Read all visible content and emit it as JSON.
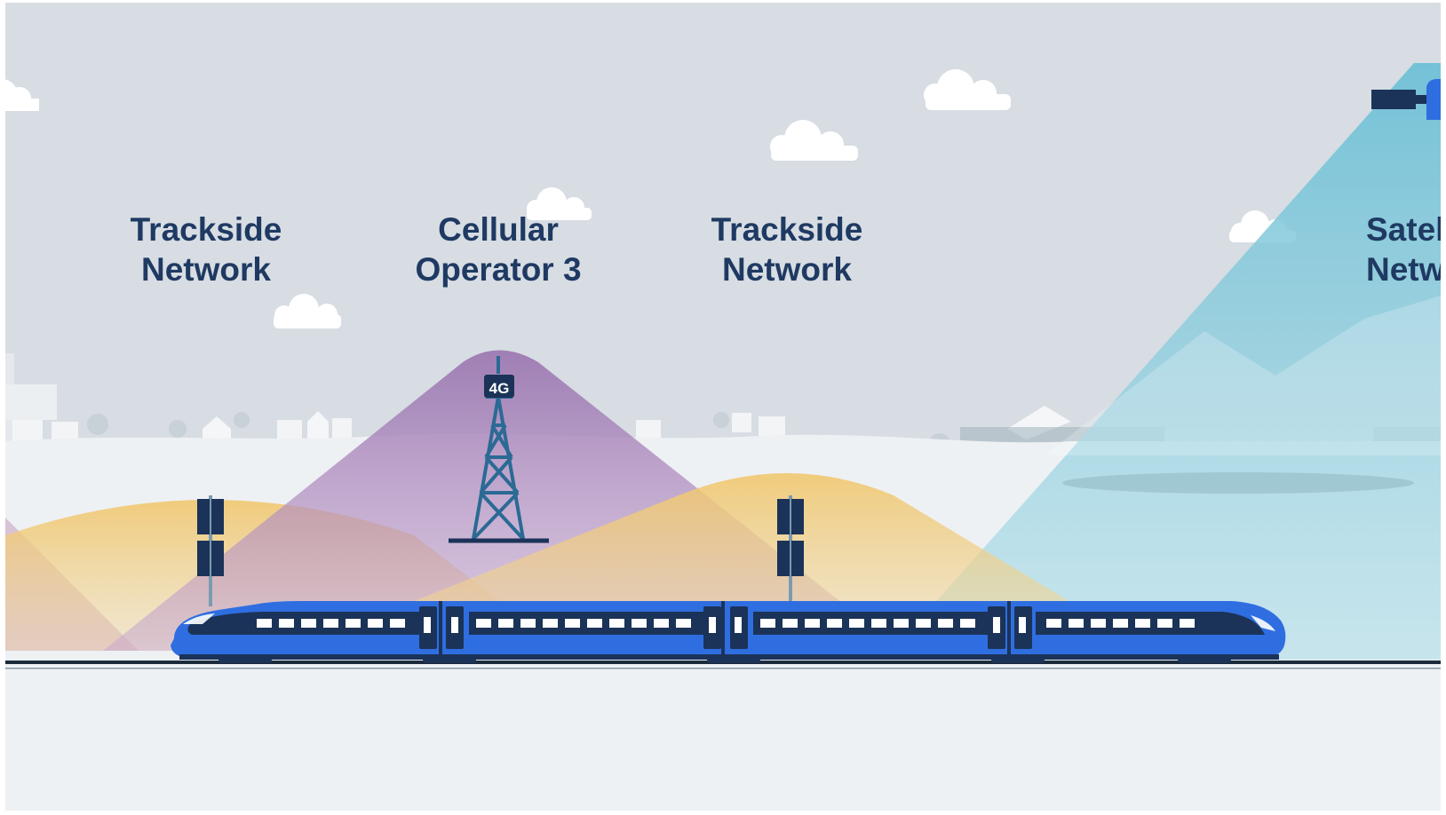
{
  "labels": {
    "trackside_left": {
      "line1": "Trackside",
      "line2": "Network"
    },
    "cellular": {
      "line1": "Cellular",
      "line2": "Operator 3"
    },
    "trackside_right": {
      "line1": "Trackside",
      "line2": "Network"
    },
    "satellite": {
      "line1": "Satel",
      "line2": "Netw"
    }
  },
  "tower_badge": "4G",
  "colors": {
    "sky": "#d7dde3",
    "ground": "#eef1f4",
    "trackside_cone": "#f0cf86",
    "cellular_cone": "#a781b4",
    "satellite_cone": "#78c5d8",
    "train_blue": "#2f6ee0",
    "train_dark": "#1b3358",
    "text": "#1f3a62"
  }
}
